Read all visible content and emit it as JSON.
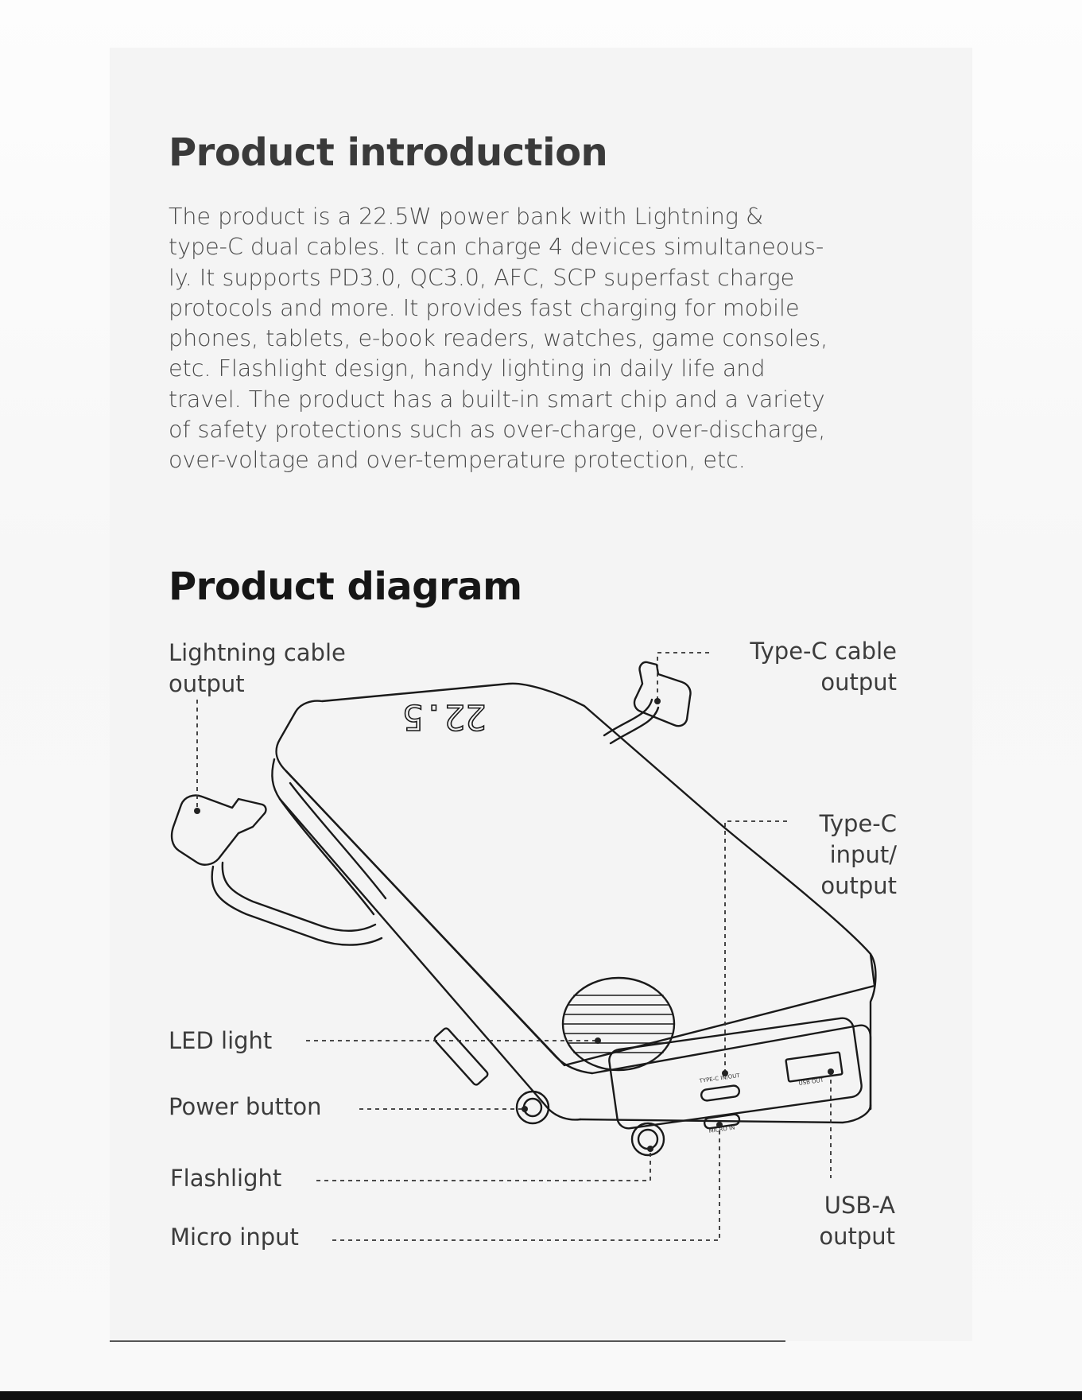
{
  "sections": {
    "intro_title": "Product introduction",
    "intro_lines": [
      "The product is a 22.5W power bank with Lightning &",
      "type-C dual cables. It can charge 4 devices simultaneous-",
      "ly. It supports PD3.0, QC3.0, AFC, SCP superfast charge",
      "protocols and more. It provides fast charging for mobile",
      "phones, tablets, e-book readers, watches, game consoles,",
      "etc. Flashlight design, handy lighting in daily life and",
      "travel. The product has a built-in smart chip and a variety",
      "of safety protections such as over-charge, over-discharge,",
      "over-voltage and over-temperature protection, etc."
    ],
    "diagram_title": "Product diagram"
  },
  "labels": {
    "lightning": [
      "Lightning cable",
      "output"
    ],
    "typec_cable": [
      "Type-C cable",
      "output"
    ],
    "typec_io": [
      "Type-C",
      "input/",
      "output"
    ],
    "led": "LED light",
    "power": "Power button",
    "flashlight": "Flashlight",
    "micro": "Micro input",
    "usba": [
      "USB-A",
      "output"
    ]
  },
  "device": {
    "display": "22.5",
    "port_typec_text": "TYPE-C IN/OUT",
    "port_micro_text": "MICRO IN",
    "port_usb_text": "USB OUT"
  }
}
